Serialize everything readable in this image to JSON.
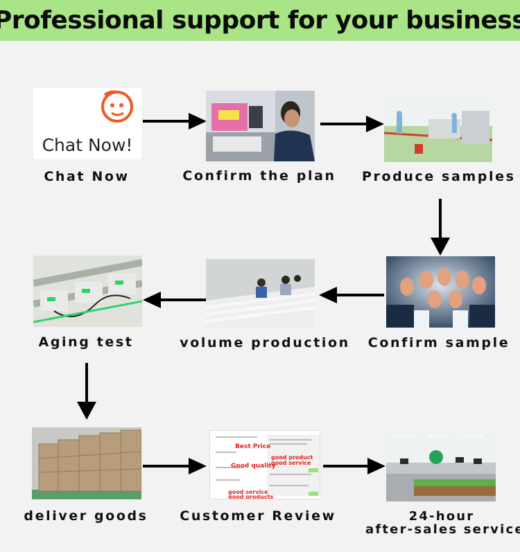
{
  "banner": {
    "title": "Professional support for your business",
    "bg_color": "#a9e586"
  },
  "steps": {
    "chat_now": {
      "label": "Chat Now",
      "card_text": "Chat Now!",
      "logo_color": "#f05a22"
    },
    "confirm_plan": {
      "label": "Confirm the plan"
    },
    "produce_samples": {
      "label": "Produce samples"
    },
    "confirm_sample": {
      "label": "Confirm sample"
    },
    "volume_production": {
      "label": "volume production"
    },
    "aging_test": {
      "label": "Aging test"
    },
    "deliver_goods": {
      "label": "deliver goods"
    },
    "customer_review": {
      "label": "Customer Review",
      "stamps": [
        "Best Price",
        "Good quality",
        "good product",
        "good service",
        "good service",
        "good products"
      ]
    },
    "after_sales": {
      "label_line1": "24-hour",
      "label_line2": "after-sales service"
    }
  },
  "icons": {
    "arrow": "arrow-icon",
    "logo": "chat-logo-icon"
  }
}
